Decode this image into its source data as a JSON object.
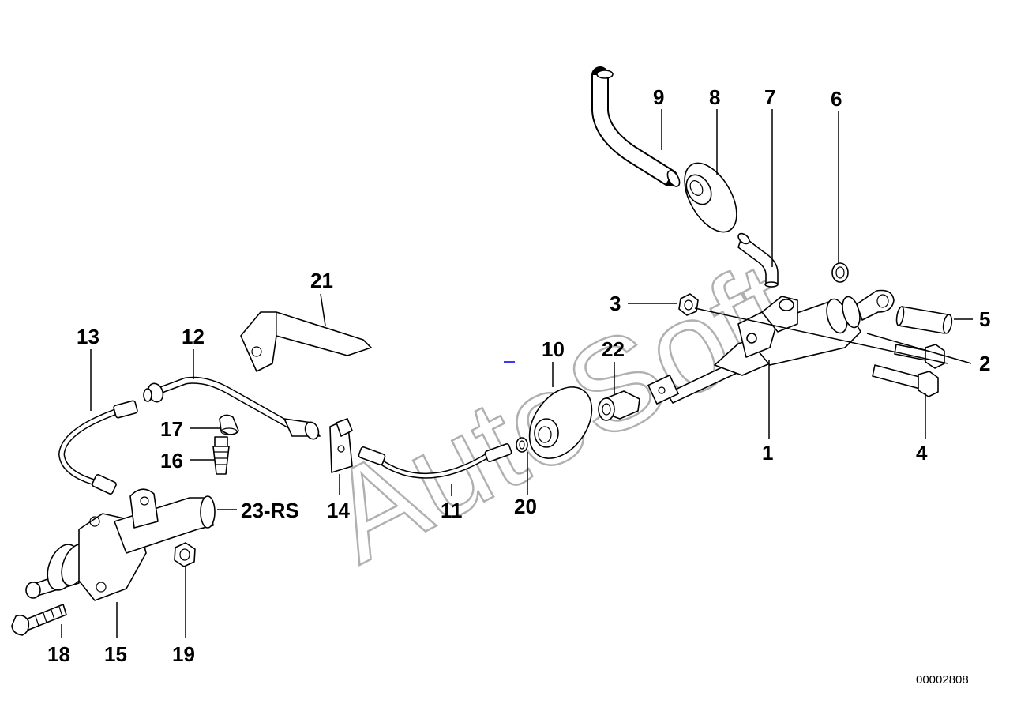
{
  "watermark": "AutoSoft",
  "document_number": "00002808",
  "callouts": {
    "p1": "1",
    "p2": "2",
    "p3": "3",
    "p4": "4",
    "p5": "5",
    "p6": "6",
    "p7": "7",
    "p8": "8",
    "p9": "9",
    "p10": "10",
    "p11": "11",
    "p12": "12",
    "p13": "13",
    "p14": "14",
    "p15": "15",
    "p16": "16",
    "p17": "17",
    "p18": "18",
    "p19": "19",
    "p20": "20",
    "p21": "21",
    "p22": "22",
    "p23": "23-RS"
  }
}
